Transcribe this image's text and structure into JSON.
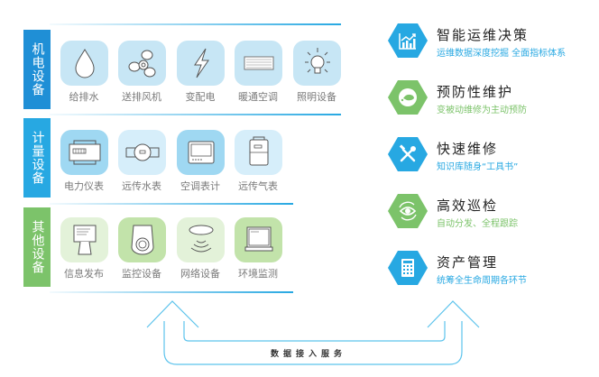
{
  "colors": {
    "blue_primary": "#27a8e2",
    "blue_dark_label": "#1f8fd6",
    "blue_tile_light": "#c7e6f5",
    "blue_tile_mid": "#9fd8f2",
    "green_label": "#7cc36a",
    "green_tile_light": "#e3f2d9",
    "green_tile_mid": "#c2e3aa",
    "green_primary": "#7cc36a",
    "tile_label_text": "#7a7a7a"
  },
  "categories": [
    {
      "label": "机电设备",
      "items": [
        {
          "label": "给排水",
          "icon": "water-drop-icon"
        },
        {
          "label": "送排风机",
          "icon": "fan-icon"
        },
        {
          "label": "变配电",
          "icon": "lightning-icon"
        },
        {
          "label": "暖通空调",
          "icon": "air-conditioner-icon"
        },
        {
          "label": "照明设备",
          "icon": "light-bulb-icon"
        }
      ]
    },
    {
      "label": "计量设备",
      "items": [
        {
          "label": "电力仪表",
          "icon": "power-meter-icon"
        },
        {
          "label": "远传水表",
          "icon": "water-meter-icon"
        },
        {
          "label": "空调表计",
          "icon": "ac-meter-icon"
        },
        {
          "label": "远传气表",
          "icon": "gas-meter-icon"
        }
      ]
    },
    {
      "label": "其他设备",
      "items": [
        {
          "label": "信息发布",
          "icon": "info-display-icon"
        },
        {
          "label": "监控设备",
          "icon": "camera-icon"
        },
        {
          "label": "网络设备",
          "icon": "wireless-router-icon"
        },
        {
          "label": "环境监测",
          "icon": "environment-monitor-icon"
        }
      ]
    }
  ],
  "features": [
    {
      "title": "智能运维决策",
      "subtitle": "运维数据深度挖掘 全面指标体系",
      "color": "#27a8e2",
      "icon": "chart-growth-icon"
    },
    {
      "title": "预防性维护",
      "subtitle": "变被动维修为主动预防",
      "color": "#7cc36a",
      "icon": "oil-can-icon"
    },
    {
      "title": "快速维修",
      "subtitle": "知识库随身“工具书”",
      "color": "#27a8e2",
      "icon": "tools-icon"
    },
    {
      "title": "高效巡检",
      "subtitle": "自动分发、全程跟踪",
      "color": "#7cc36a",
      "icon": "eye-cycle-icon"
    },
    {
      "title": "资产管理",
      "subtitle": "统筹全生命周期各环节",
      "color": "#27a8e2",
      "icon": "calculator-icon"
    }
  ],
  "bottom": {
    "label": "数据接入服务"
  }
}
